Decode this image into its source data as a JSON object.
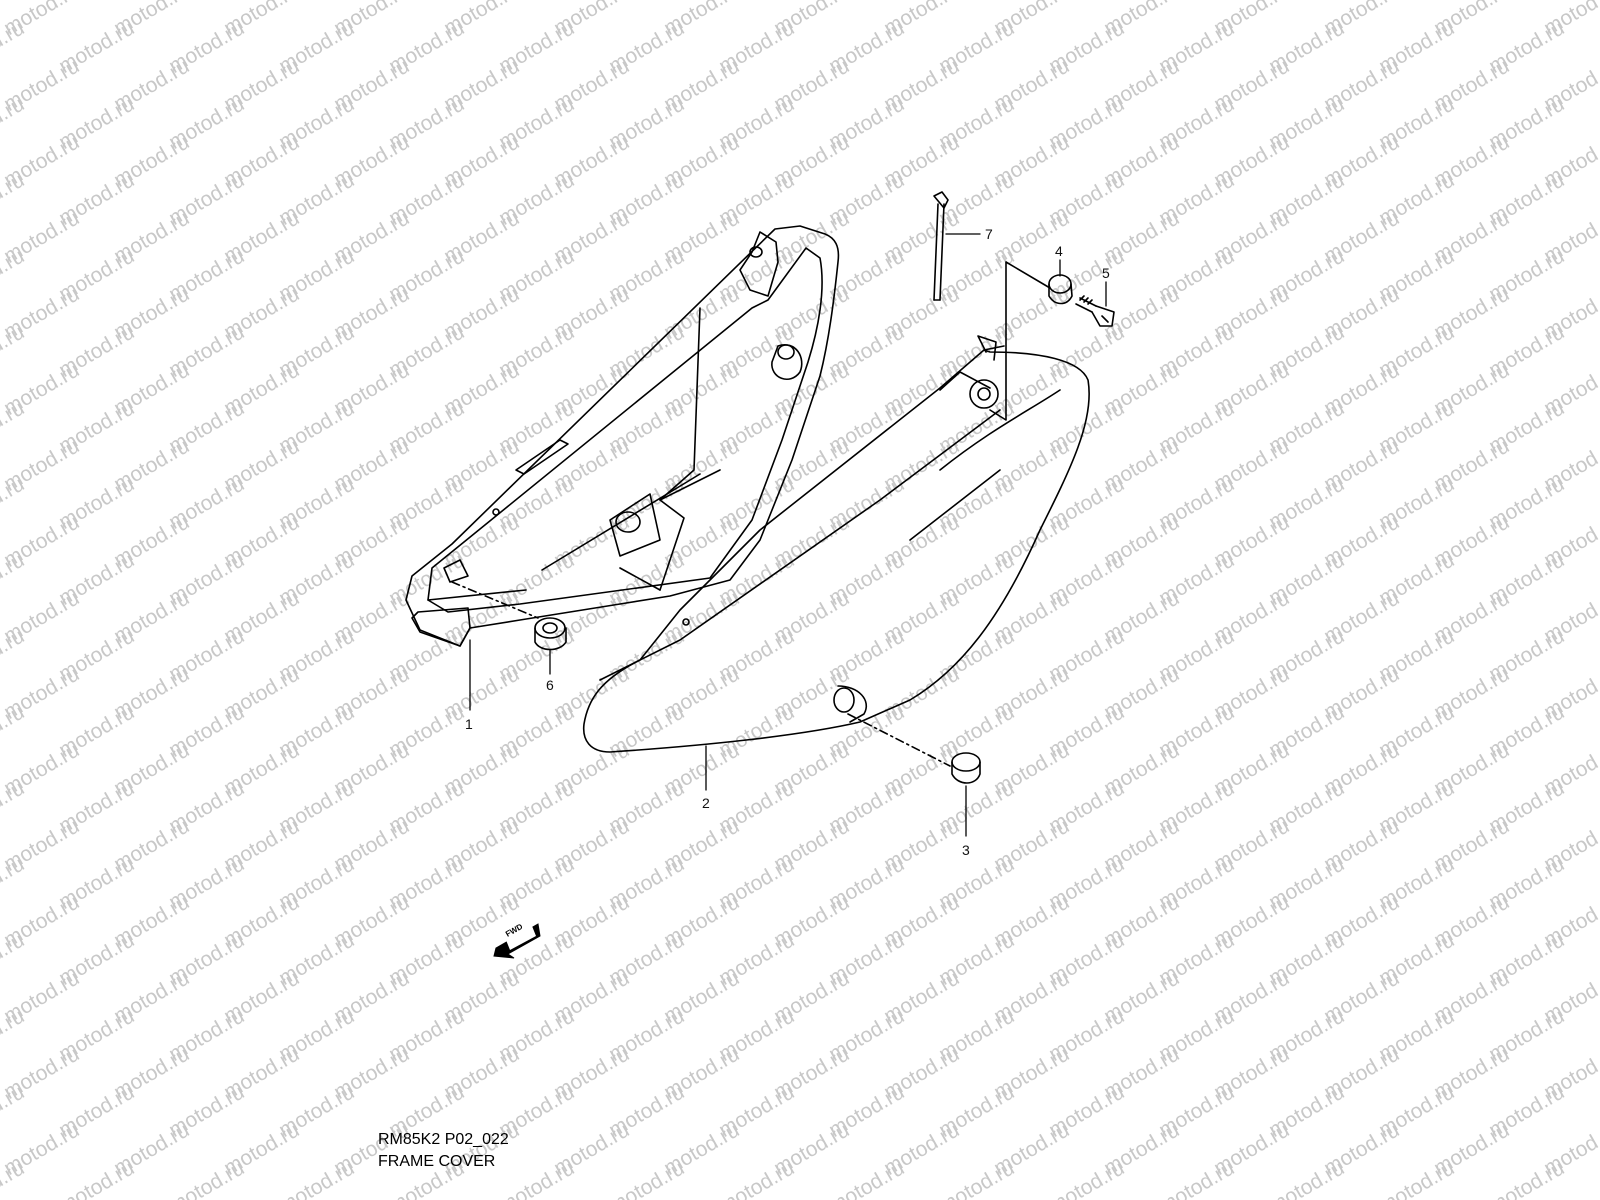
{
  "watermark": {
    "text": "motod.ru"
  },
  "callouts": [
    {
      "id": "1",
      "label": "1"
    },
    {
      "id": "2",
      "label": "2"
    },
    {
      "id": "3",
      "label": "3"
    },
    {
      "id": "4",
      "label": "4"
    },
    {
      "id": "5",
      "label": "5"
    },
    {
      "id": "6",
      "label": "6"
    },
    {
      "id": "7",
      "label": "7"
    }
  ],
  "fwd_badge": {
    "text": "FWD",
    "icon": "forward-arrow-icon"
  },
  "caption": {
    "code": "RM85K2 P02_022",
    "name": "FRAME COVER"
  }
}
